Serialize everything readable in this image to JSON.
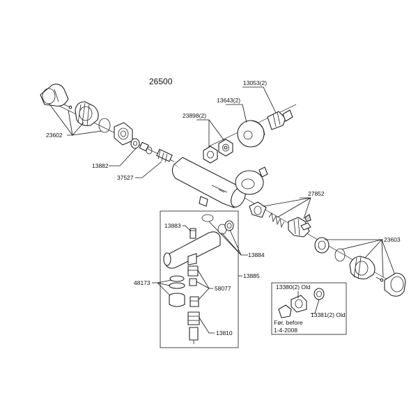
{
  "diagram": {
    "title": "26500",
    "labels": {
      "p23602": "23602",
      "p13882": "13882",
      "p37527": "37527",
      "p23898": "23898(2)",
      "p13643": "13643(2)",
      "p13053": "13053(2)",
      "p27852": "27852",
      "p23603": "23603",
      "p13883": "13883",
      "p13884": "13884",
      "p13885": "13885",
      "p48173": "48173",
      "p58077": "58077",
      "p13810": "13810",
      "p13380": "13380(2) Old",
      "p13381": "13381(2) Old",
      "note_line1": "Før, before",
      "note_line2": "1-4-2008"
    }
  }
}
